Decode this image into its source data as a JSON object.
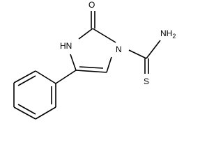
{
  "atoms": {
    "oxygen": "O",
    "amide_nitrogen": "NH",
    "amide_subscript": "2",
    "ring_nh": "HN",
    "ring_n": "N",
    "sulfur": "S"
  },
  "colors": {
    "bond": "#000000",
    "background": "#ffffff"
  }
}
